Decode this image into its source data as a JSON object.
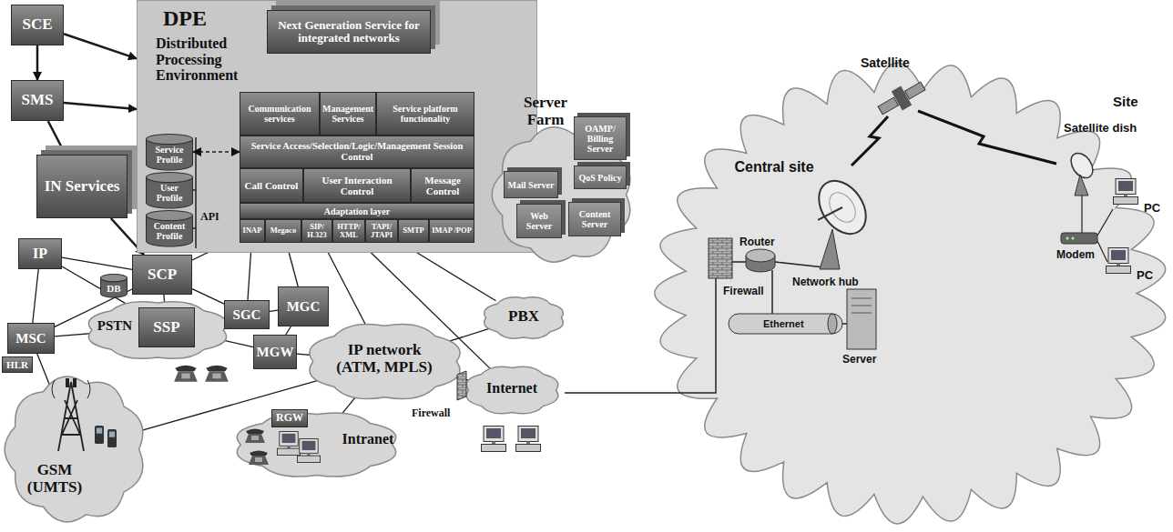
{
  "diagram": {
    "nodes": [
      {
        "text": [
          "SCE"
        ]
      },
      {
        "text": [
          "SMS"
        ]
      },
      {
        "text": [
          "DPE",
          "Distributed Processing Environment"
        ]
      },
      {
        "text": [
          "Next Generation Service for integrated networks"
        ],
        "in": 2
      },
      {
        "text": [
          "Communication services"
        ],
        "in": 2
      },
      {
        "text": [
          "Management Services"
        ],
        "in": 2
      },
      {
        "text": [
          "Service platform functionality"
        ],
        "in": 2
      },
      {
        "text": [
          "Service Access/Selection/Logic/Management Session Control"
        ],
        "in": 2
      },
      {
        "text": [
          "Call Control"
        ],
        "in": 2
      },
      {
        "text": [
          "User Interaction Control"
        ],
        "in": 2
      },
      {
        "text": [
          "Message Control"
        ],
        "in": 2
      },
      {
        "text": [
          "Adaptation layer"
        ],
        "in": 2
      },
      {
        "text": [
          "INAP"
        ],
        "in": 2
      },
      {
        "text": [
          "Megaco"
        ],
        "in": 2
      },
      {
        "text": [
          "SIP/ H.323"
        ],
        "in": 2
      },
      {
        "text": [
          "HTTP/ XML"
        ],
        "in": 2
      },
      {
        "text": [
          "TAPI/ JTAPI"
        ],
        "in": 2
      },
      {
        "text": [
          "SMTP"
        ],
        "in": 2
      },
      {
        "text": [
          "IMAP /POP"
        ],
        "in": 2
      },
      {
        "text": [
          "Service Profile"
        ],
        "in": 2
      },
      {
        "text": [
          "User Profile"
        ],
        "in": 2
      },
      {
        "text": [
          "Content Profile"
        ],
        "in": 2
      },
      {
        "text": [
          "Server Farm"
        ]
      },
      {
        "text": [
          "OAMP/ Billing Server"
        ],
        "in": 22
      },
      {
        "text": [
          "QoS Policy"
        ],
        "in": 22
      },
      {
        "text": [
          "Mail Server"
        ],
        "in": 22
      },
      {
        "text": [
          "Web Server"
        ],
        "in": 22
      },
      {
        "text": [
          "Content Server"
        ],
        "in": 22
      },
      {
        "text": [
          "IN Services"
        ]
      },
      {
        "text": [
          "IP"
        ]
      },
      {
        "text": [
          "DB"
        ]
      },
      {
        "text": [
          "SCP"
        ]
      },
      {
        "text": [
          "PSTN"
        ]
      },
      {
        "text": [
          "SSP"
        ],
        "in": 32
      },
      {
        "text": [
          "SGC"
        ]
      },
      {
        "text": [
          "MGC"
        ]
      },
      {
        "text": [
          "MGW"
        ]
      },
      {
        "text": [
          "IP network (ATM, MPLS)"
        ]
      },
      {
        "text": [
          "PBX"
        ]
      },
      {
        "text": [
          "Internet"
        ]
      },
      {
        "text": [
          "MSC"
        ]
      },
      {
        "text": [
          "HLR"
        ]
      },
      {
        "text": [
          "GSM (UMTS)"
        ]
      },
      {
        "text": [
          "Intranet"
        ]
      },
      {
        "text": [
          "RGW"
        ]
      },
      {
        "text": [
          "Central site"
        ]
      }
    ],
    "edges": [
      {
        "from": 0,
        "to": 1,
        "arrow": "to"
      },
      {
        "from": 0,
        "to": 2,
        "arrow": "to"
      },
      {
        "from": 1,
        "to": 2,
        "arrow": "to"
      },
      {
        "from": 1,
        "to": 28,
        "arrow": "to"
      },
      {
        "from": 28,
        "to": 31,
        "arrow": "to"
      },
      {
        "from": 19,
        "to": 7,
        "arrow": "both"
      },
      {
        "from": 29,
        "to": 31,
        "arrow": "none"
      },
      {
        "from": 29,
        "to": 33,
        "arrow": "none"
      },
      {
        "from": 29,
        "to": 40,
        "arrow": "none"
      },
      {
        "from": 31,
        "to": 40,
        "arrow": "none"
      },
      {
        "from": 40,
        "to": 33,
        "arrow": "none"
      },
      {
        "from": 31,
        "to": 34,
        "arrow": "none"
      },
      {
        "from": 31,
        "to": 33,
        "arrow": "none"
      },
      {
        "from": 34,
        "to": 35,
        "arrow": "none"
      },
      {
        "from": 35,
        "to": 36,
        "arrow": "none"
      },
      {
        "from": 33,
        "to": 36,
        "arrow": "none"
      },
      {
        "from": 36,
        "to": 37,
        "arrow": "none"
      },
      {
        "from": 40,
        "to": 42,
        "arrow": "none"
      },
      {
        "from": 42,
        "to": 37,
        "arrow": "none"
      },
      {
        "from": 43,
        "to": 37,
        "arrow": "none"
      },
      {
        "from": 37,
        "to": 39,
        "arrow": "none"
      },
      {
        "from": 37,
        "to": 38,
        "arrow": "none"
      },
      {
        "from": 12,
        "to": 31,
        "arrow": "none"
      },
      {
        "from": 12,
        "to": 34,
        "arrow": "none"
      },
      {
        "from": 13,
        "to": 35,
        "arrow": "none"
      },
      {
        "from": 14,
        "to": 37,
        "arrow": "none"
      },
      {
        "from": 15,
        "to": 39,
        "arrow": "none"
      },
      {
        "from": 16,
        "to": 38,
        "arrow": "none"
      },
      {
        "from": 17,
        "to": 25,
        "arrow": "none"
      },
      {
        "from": 18,
        "to": 26,
        "arrow": "none"
      }
    ],
    "labels": [
      "API",
      "Firewall",
      "Satellite",
      "Site",
      "Satellite dish",
      "Router",
      "Network hub",
      "Firewall",
      "Ethernet",
      "Server",
      "Modem",
      "PC",
      "PC"
    ]
  }
}
